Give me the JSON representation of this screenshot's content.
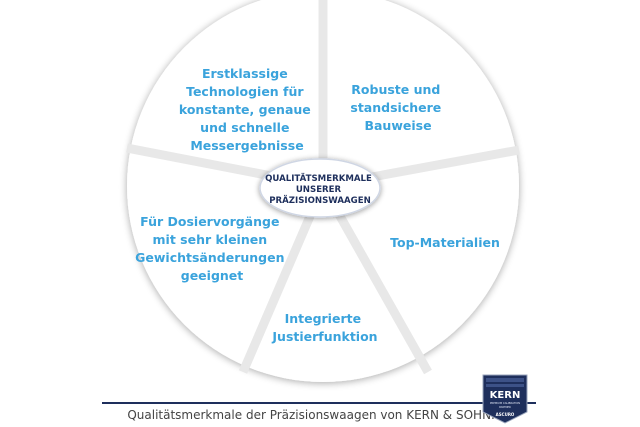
{
  "diagram": {
    "center_lines": [
      "QUALITÄTSMERKMALE",
      "UNSERER",
      "PRÄZISIONSWAAGEN"
    ],
    "segments": [
      {
        "lines": [
          "Erstklassige",
          "Technologien für",
          "konstante, genaue",
          "und schnelle",
          "Messergebnisse"
        ]
      },
      {
        "lines": [
          "Robuste und",
          "standsichere",
          "Bauweise"
        ]
      },
      {
        "lines": [
          "Top-Materialien"
        ]
      },
      {
        "lines": [
          "Integrierte",
          "Justierfunktion"
        ]
      },
      {
        "lines": [
          "Für Dosiervorgänge",
          "mit sehr kleinen",
          "Gewichtsänderungen",
          "geeignet"
        ]
      }
    ]
  },
  "caption": "Qualitätsmerkmale der Präzisionswaagen von KERN & SOHN. ©",
  "badge": {
    "brand": "KERN",
    "line1": "PREMIUM CALIBRATION",
    "line2": "PARTNER",
    "bottom": "ASCURO"
  },
  "colors": {
    "segment_text": "#3aa3dc",
    "center_text": "#1e2f5c",
    "wheel_fill": "#ffffff",
    "divider": "#e6e6e6",
    "caption_line": "#1e2f5c"
  }
}
